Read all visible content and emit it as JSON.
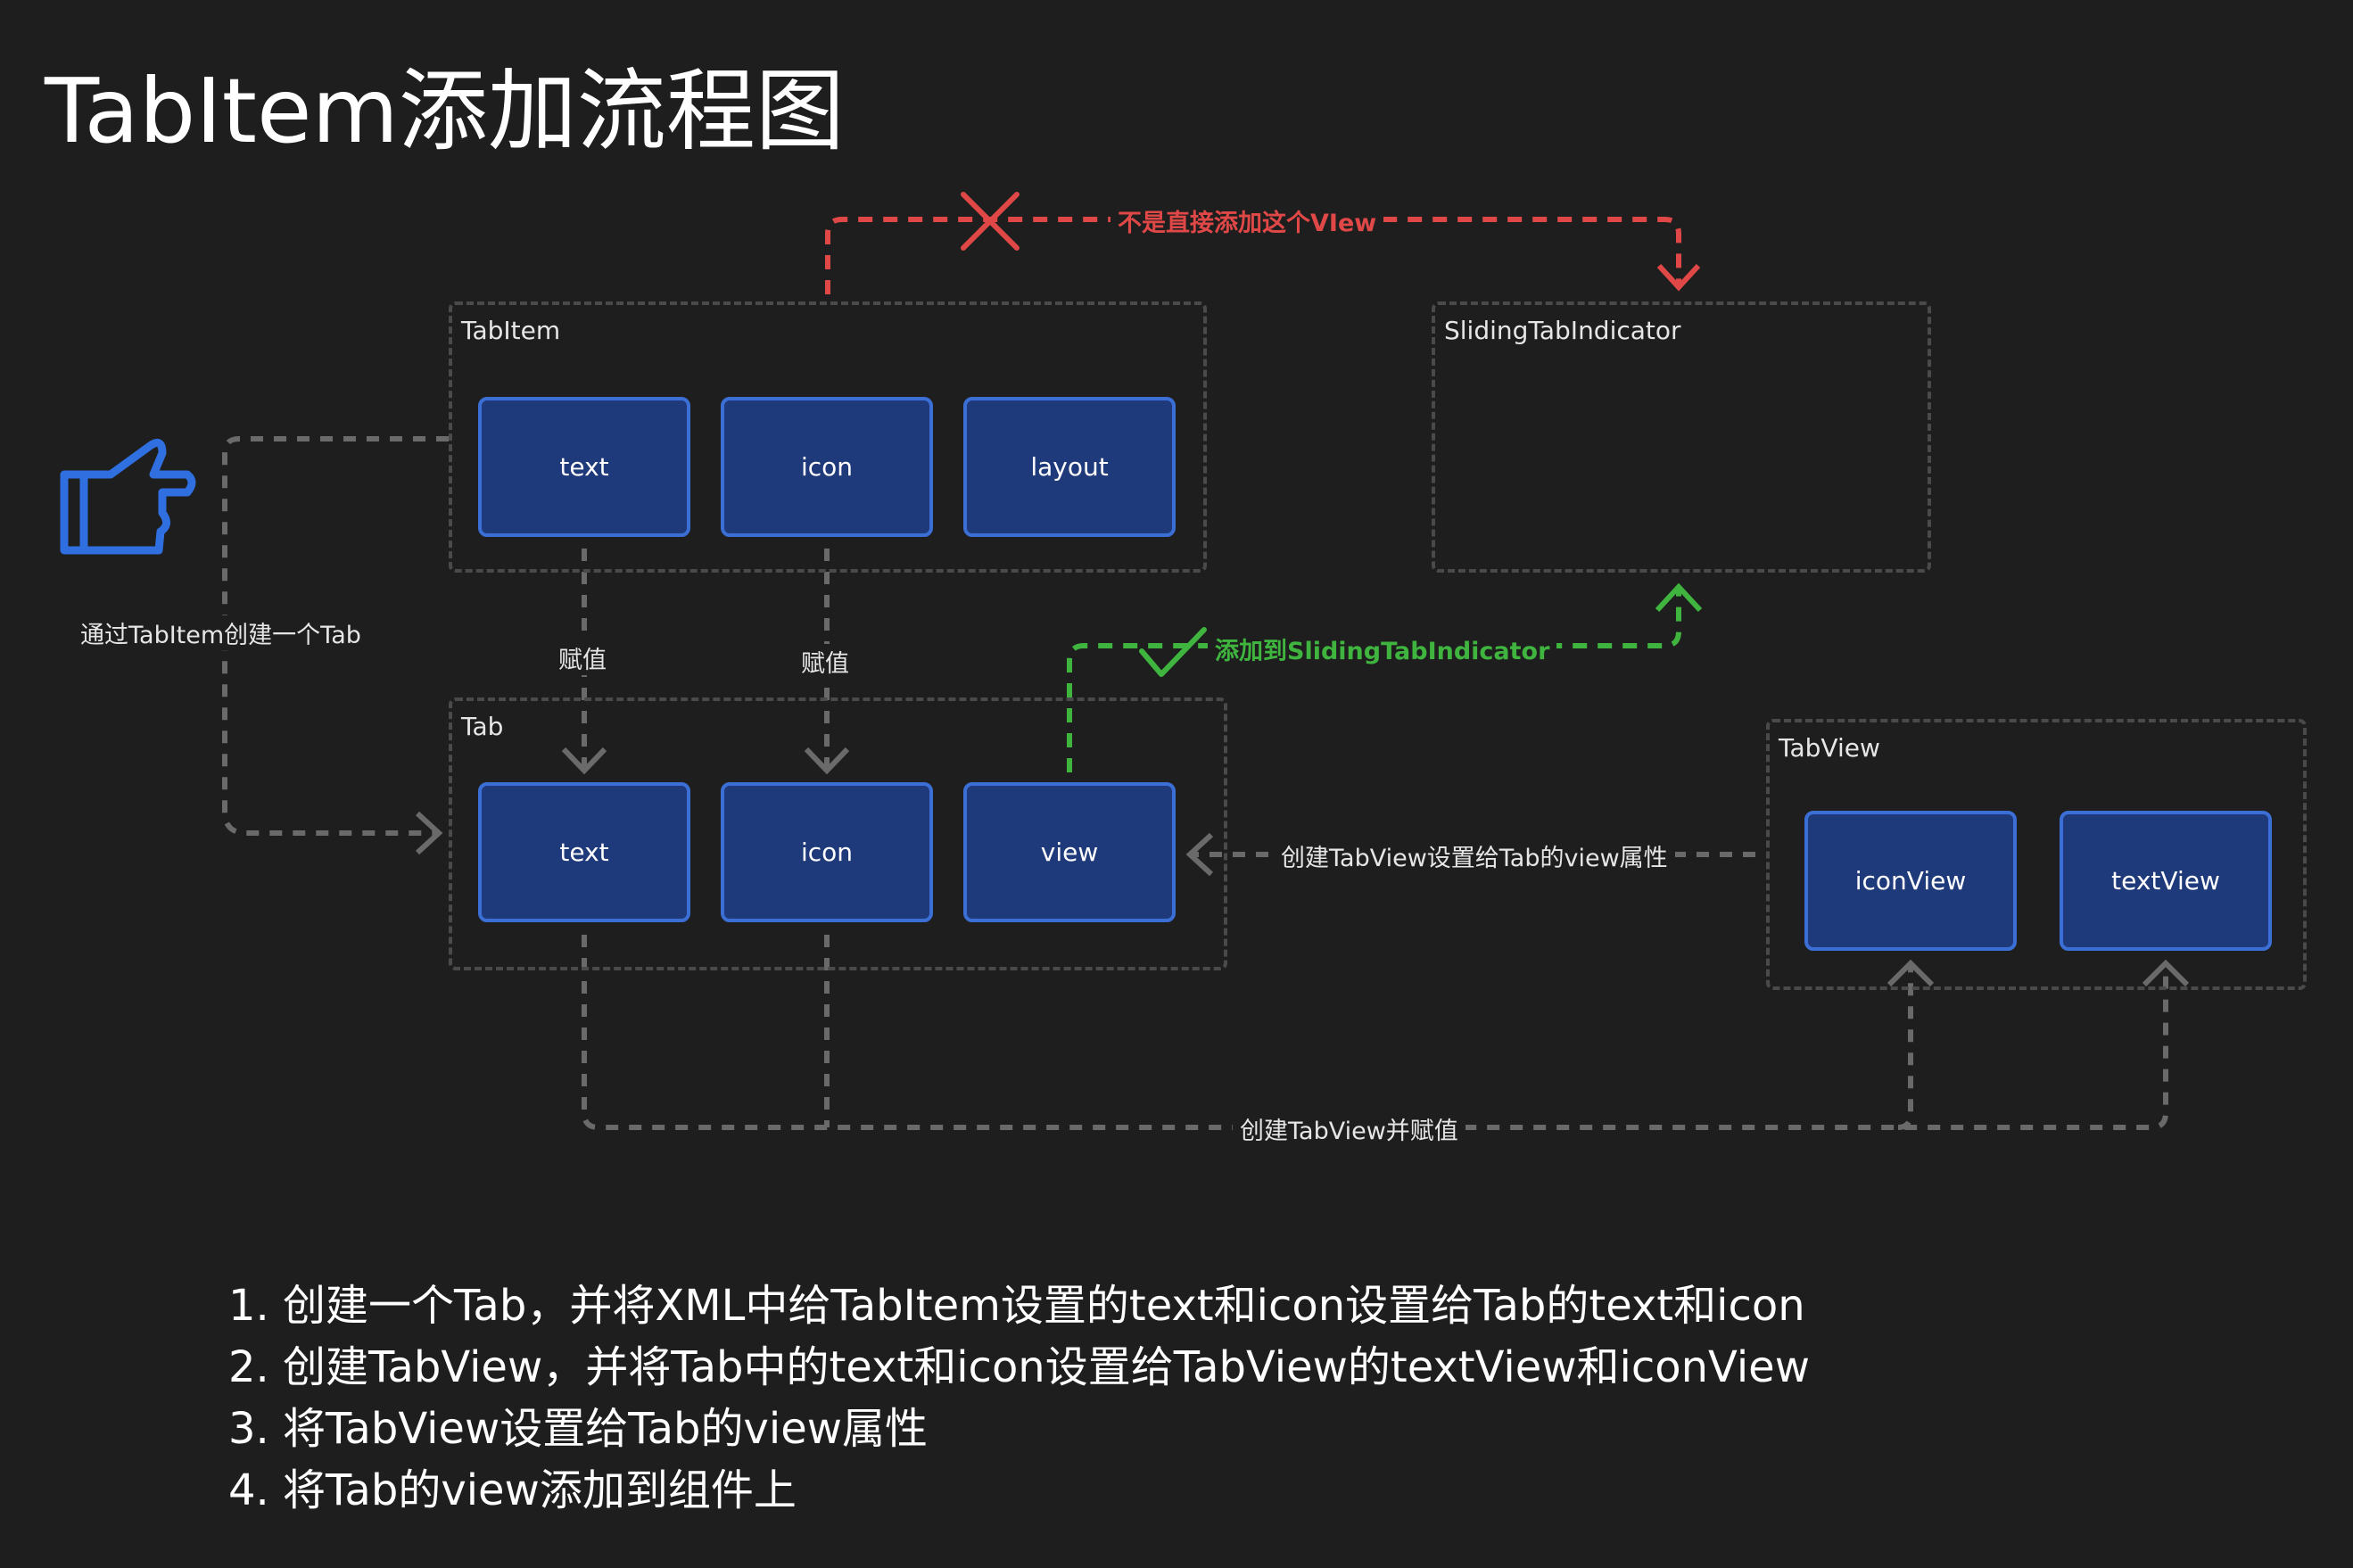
{
  "title": "TabItem添加流程图",
  "colors": {
    "background": "#1e1e1e",
    "node_fill": "#1f3a7a",
    "node_border": "#3b6fd6",
    "group_border": "#4a4a4a",
    "connector_gray": "#6a6a6a",
    "connector_red": "#e04848",
    "connector_green": "#3fb43f",
    "hand_icon": "#2f6fe0"
  },
  "groups": {
    "tabitem": {
      "label": "TabItem",
      "nodes": [
        "text",
        "icon",
        "layout"
      ]
    },
    "indicator": {
      "label": "SlidingTabIndicator"
    },
    "tab": {
      "label": "Tab",
      "nodes": [
        "text",
        "icon",
        "view"
      ]
    },
    "tabview": {
      "label": "TabView",
      "nodes": [
        "iconView",
        "textView"
      ]
    }
  },
  "edge_labels": {
    "not_add_view": "不是直接添加这个VIew",
    "create_tab": "通过TabItem创建一个Tab",
    "assign_text": "赋值",
    "assign_icon": "赋值",
    "add_to_indicator": "添加到SlidingTabIndicator",
    "set_view": "创建TabView设置给Tab的view属性",
    "create_tabview": "创建TabView并赋值"
  },
  "icons": {
    "pointer": "hand-pointing-right-icon",
    "cross": "cross-icon",
    "check": "check-icon"
  },
  "steps": [
    "1. 创建一个Tab，并将XML中给TabItem设置的text和icon设置给Tab的text和icon",
    "2. 创建TabView，并将Tab中的text和icon设置给TabView的textView和iconView",
    "3. 将TabView设置给Tab的view属性",
    "4. 将Tab的view添加到组件上"
  ]
}
